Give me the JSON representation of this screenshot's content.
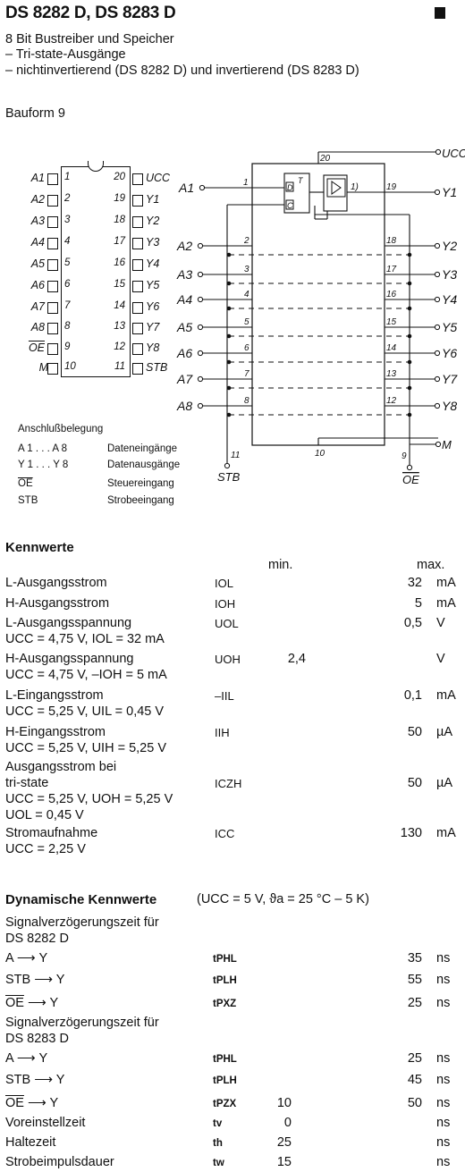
{
  "title": "DS 8282 D, DS 8283 D",
  "description": [
    "8 Bit Bustreiber und Speicher",
    "– Tri-state-Ausgänge",
    "– nichtinvertierend (DS 8282 D) und invertierend (DS 8283 D)"
  ],
  "bauform": "Bauform 9",
  "pinout": {
    "left": [
      {
        "name": "A1",
        "num": "1"
      },
      {
        "name": "A2",
        "num": "2"
      },
      {
        "name": "A3",
        "num": "3"
      },
      {
        "name": "A4",
        "num": "4"
      },
      {
        "name": "A5",
        "num": "5"
      },
      {
        "name": "A6",
        "num": "6"
      },
      {
        "name": "A7",
        "num": "7"
      },
      {
        "name": "A8",
        "num": "8"
      },
      {
        "name": "OE",
        "num": "9"
      },
      {
        "name": "M",
        "num": "10"
      }
    ],
    "right": [
      {
        "num": "20",
        "name": "UCC"
      },
      {
        "num": "19",
        "name": "Y1"
      },
      {
        "num": "18",
        "name": "Y2"
      },
      {
        "num": "17",
        "name": "Y3"
      },
      {
        "num": "16",
        "name": "Y4"
      },
      {
        "num": "15",
        "name": "Y5"
      },
      {
        "num": "14",
        "name": "Y6"
      },
      {
        "num": "13",
        "name": "Y7"
      },
      {
        "num": "12",
        "name": "Y8"
      },
      {
        "num": "11",
        "name": "STB"
      }
    ]
  },
  "legend": {
    "title": "Anschlußbelegung",
    "rows": [
      {
        "sym": "A 1 . . . A 8",
        "desc": "Dateneingänge"
      },
      {
        "sym": "Y 1 . . . Y 8",
        "desc": "Datenausgänge"
      },
      {
        "sym": "OE",
        "desc": "Steuereingang"
      },
      {
        "sym": "STB",
        "desc": "Strobeeingang"
      }
    ]
  },
  "schematic": {
    "inputs": [
      "A1",
      "A2",
      "A3",
      "A4",
      "A5",
      "A6",
      "A7",
      "A8"
    ],
    "outputs": [
      "Y1",
      "Y2",
      "Y3",
      "Y4",
      "Y5",
      "Y6",
      "Y7",
      "Y8"
    ],
    "in_pins": [
      "1",
      "2",
      "3",
      "4",
      "5",
      "6",
      "7",
      "8"
    ],
    "out_pins": [
      "19",
      "18",
      "17",
      "16",
      "15",
      "14",
      "13",
      "12"
    ],
    "ucc": "UCC",
    "ucc_pin": "20",
    "m": "M",
    "m_pin": "10",
    "oe_pin": "9",
    "stb_pin": "11",
    "stb": "STB",
    "oe": "OE",
    "ff_d": "D",
    "ff_t": "T",
    "ff_c": "C",
    "note": "1)"
  },
  "kennwerte": {
    "heading": "Kennwerte",
    "col_min": "min.",
    "col_max": "max.",
    "rows": [
      {
        "l1": "L-Ausgangsstrom",
        "l2": "",
        "sym": "IOL",
        "min": "",
        "max": "32",
        "unit": "mA"
      },
      {
        "l1": "H-Ausgangsstrom",
        "l2": "",
        "sym": "IOH",
        "min": "",
        "max": "5",
        "unit": "mA"
      },
      {
        "l1": "L-Ausgangsspannung",
        "l2": "UCC = 4,75 V, IOL = 32 mA",
        "sym": "UOL",
        "min": "",
        "max": "0,5",
        "unit": "V"
      },
      {
        "l1": "H-Ausgangsspannung",
        "l2": "UCC = 4,75 V, –IOH = 5 mA",
        "sym": "UOH",
        "min": "2,4",
        "max": "",
        "unit": "V"
      },
      {
        "l1": "L-Eingangsstrom",
        "l2": "UCC = 5,25 V, UIL = 0,45 V",
        "sym": "–IIL",
        "min": "",
        "max": "0,1",
        "unit": "mA"
      },
      {
        "l1": "H-Eingangsstrom",
        "l2": "UCC = 5,25 V, UIH = 5,25 V",
        "sym": "IIH",
        "min": "",
        "max": "50",
        "unit": "µA"
      },
      {
        "l1": "Ausgangsstrom bei",
        "l2": "tri-state",
        "l3": "UCC = 5,25 V, UOH = 5,25 V",
        "l4": "UOL = 0,45 V",
        "sym": "ICZH",
        "min": "",
        "max": "50",
        "unit": "µA"
      },
      {
        "l1": "Stromaufnahme",
        "l2": "UCC = 2,25 V",
        "sym": "ICC",
        "min": "",
        "max": "130",
        "unit": "mA"
      }
    ]
  },
  "dynamisch": {
    "heading": "Dynamische Kennwerte",
    "cond": "(UCC = 5 V, ϑa = 25 °C – 5 K)",
    "group1": [
      "Signalverzögerungszeit für",
      "DS 8282 D"
    ],
    "rows1": [
      {
        "label": "A ⟶ Y",
        "sym": "tPHL",
        "min": "",
        "max": "35",
        "unit": "ns"
      },
      {
        "label": "STB ⟶ Y",
        "sym": "tPLH",
        "min": "",
        "max": "55",
        "unit": "ns"
      },
      {
        "label": "OE ⟶ Y",
        "sym": "tPXZ",
        "min": "",
        "max": "25",
        "unit": "ns"
      }
    ],
    "group2": [
      "Signalverzögerungszeit für",
      "DS 8283 D"
    ],
    "rows2": [
      {
        "label": "A ⟶ Y",
        "sym": "tPHL",
        "min": "",
        "max": "25",
        "unit": "ns"
      },
      {
        "label": "STB ⟶ Y",
        "sym": "tPLH",
        "min": "",
        "max": "45",
        "unit": "ns"
      },
      {
        "label": "OE ⟶ Y",
        "sym": "tPZX",
        "min": "10",
        "max": "50",
        "unit": "ns"
      },
      {
        "label": "Voreinstellzeit",
        "sym": "tv",
        "min": "0",
        "max": "",
        "unit": "ns"
      },
      {
        "label": "Haltezeit",
        "sym": "th",
        "min": "25",
        "max": "",
        "unit": "ns"
      },
      {
        "label": "Strobeimpulsdauer",
        "sym": "tw",
        "min": "15",
        "max": "",
        "unit": "ns"
      }
    ]
  }
}
